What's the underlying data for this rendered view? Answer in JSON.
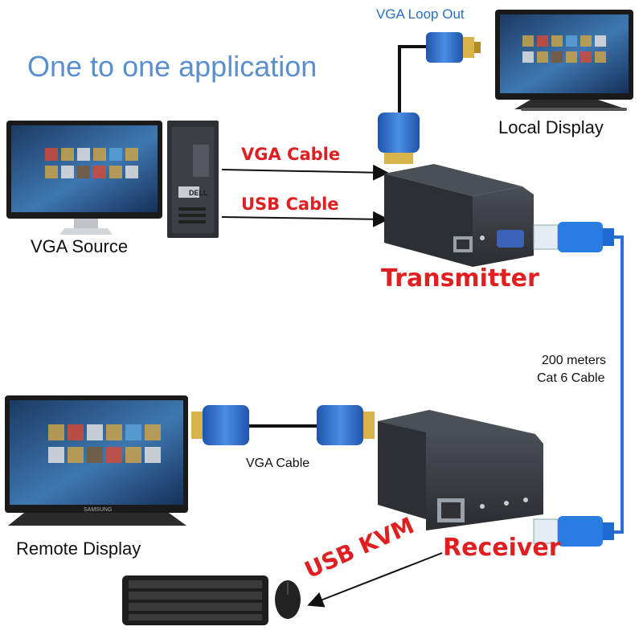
{
  "title": "One to one application",
  "labels": {
    "vga_loop_out": "VGA Loop Out",
    "local_display": "Local Display",
    "vga_cable_top": "VGA Cable",
    "usb_cable": "USB Cable",
    "vga_source": "VGA Source",
    "transmitter": "Transmitter",
    "distance_line1": "200 meters",
    "distance_line2": "Cat 6 Cable",
    "vga_cable_bottom": "VGA Cable",
    "remote_display": "Remote Display",
    "receiver": "Receiver",
    "usb_kvm": "USB KVM"
  },
  "device_text": {
    "pc_brand": "DELL",
    "monitor_brand": "SAMSUNG"
  },
  "colors": {
    "title": "#5b8fd0",
    "red_label": "#e02020",
    "cable_blue": "#2a6fd6",
    "connector_blue": "#2f6fc8",
    "device_body": "#3a3d42"
  }
}
